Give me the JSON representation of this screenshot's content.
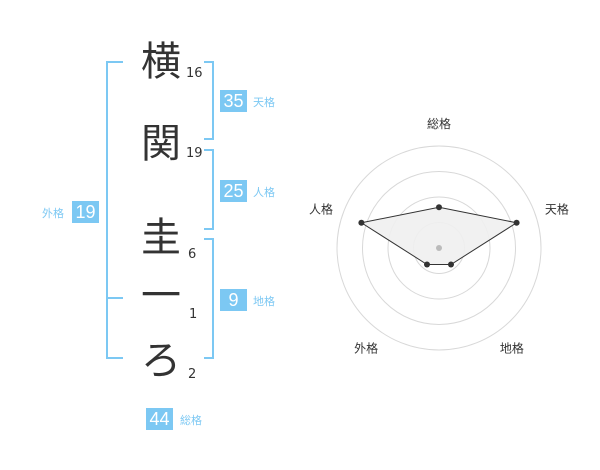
{
  "characters": [
    {
      "char": "横",
      "strokes": "16"
    },
    {
      "char": "関",
      "strokes": "19"
    },
    {
      "char": "圭",
      "strokes": "6"
    },
    {
      "char": "一",
      "strokes": "1"
    },
    {
      "char": "ろ",
      "strokes": "2"
    }
  ],
  "fortunes": {
    "tenkaku": {
      "value": "35",
      "label": "天格"
    },
    "jinkaku": {
      "value": "25",
      "label": "人格"
    },
    "chikaku": {
      "value": "9",
      "label": "地格"
    },
    "gaikaku": {
      "value": "19",
      "label": "外格"
    },
    "soukaku": {
      "value": "44",
      "label": "総格"
    }
  },
  "radar": {
    "axes": [
      "総格",
      "天格",
      "地格",
      "外格",
      "人格"
    ],
    "values": [
      2,
      4,
      1,
      1,
      4
    ],
    "max": 5,
    "rings": 4,
    "colors": {
      "ring": "#d8d8d8",
      "fill": "#f0f0f0",
      "line": "#333333",
      "point": "#333333",
      "center": "#bbbbbb"
    }
  },
  "colors": {
    "accent": "#7cc8f3"
  }
}
